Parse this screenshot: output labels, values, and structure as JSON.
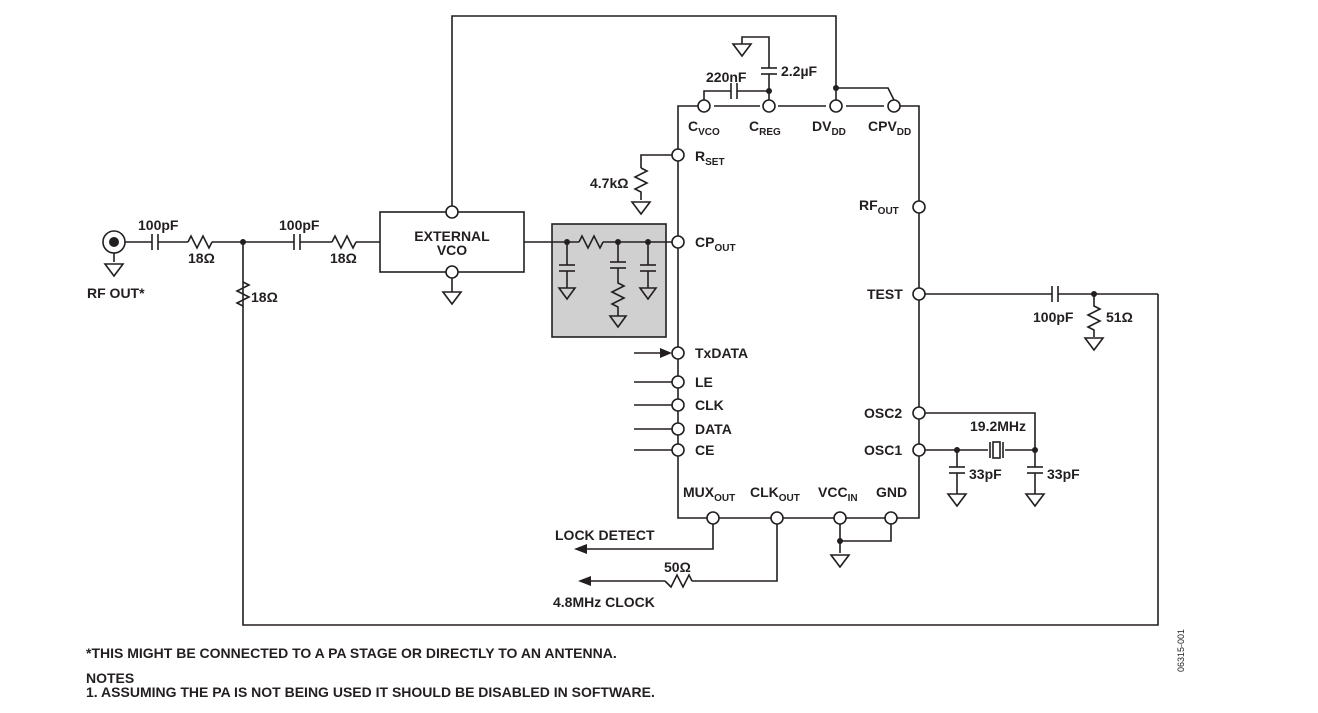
{
  "colors": {
    "ink": "#231f20",
    "filter_fill": "#d0d0d0"
  },
  "blocks": {
    "external_vco": [
      "EXTERNAL",
      "VCO"
    ]
  },
  "chip_pins": {
    "cvco": {
      "main": "C",
      "sub": "VCO"
    },
    "creg": {
      "main": "C",
      "sub": "REG"
    },
    "dvdd": {
      "main": "DV",
      "sub": "DD"
    },
    "cpvdd": {
      "main": "CPV",
      "sub": "DD"
    },
    "rset": {
      "main": "R",
      "sub": "SET"
    },
    "cpout": {
      "main": "CP",
      "sub": "OUT"
    },
    "rfout": {
      "main": "RF",
      "sub": "OUT"
    },
    "test": "TEST",
    "txdata": "TxDATA",
    "le": "LE",
    "clk": "CLK",
    "data": "DATA",
    "ce": "CE",
    "osc2": "OSC2",
    "osc1": "OSC1",
    "muxout": {
      "main": "MUX",
      "sub": "OUT"
    },
    "clkout": {
      "main": "CLK",
      "sub": "OUT"
    },
    "vccin": {
      "main": "VCC",
      "sub": "IN"
    },
    "gnd": "GND"
  },
  "components": {
    "c_220nf": "220nF",
    "c_2u2f": "2.2µF",
    "r_rset": "4.7kΩ",
    "c_100pf_1": "100pF",
    "r_18_1": "18Ω",
    "c_100pf_2": "100pF",
    "r_18_2": "18Ω",
    "r_18_shunt": "18Ω",
    "c_100pf_test": "100pF",
    "r_51": "51Ω",
    "crystal": "19.2MHz",
    "c_33pf_1": "33pF",
    "c_33pf_2": "33pF",
    "r_50": "50Ω"
  },
  "signals": {
    "rf_out": "RF OUT*",
    "lock_detect": "LOCK DETECT",
    "clock_4m8": "4.8MHz CLOCK"
  },
  "notes": {
    "footnote": "*THIS MIGHT BE CONNECTED TO A PA STAGE OR DIRECTLY TO AN ANTENNA.",
    "heading": "NOTES",
    "note1": "1. ASSUMING THE PA IS NOT BEING USED IT SHOULD BE DISABLED IN SOFTWARE."
  },
  "figure_id": "06315-001"
}
